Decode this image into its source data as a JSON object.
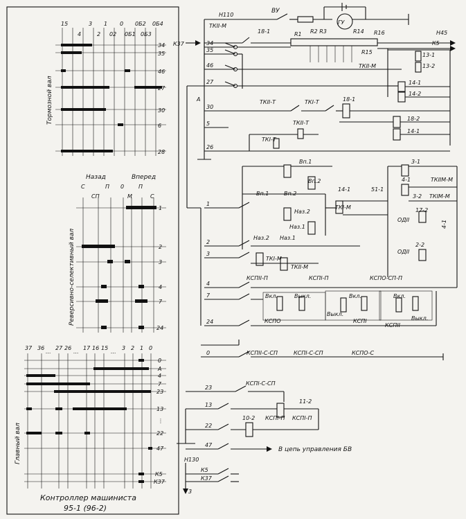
{
  "panel": {
    "caption_line1": "Контроллер машиниста",
    "caption_line2": "95-1 (96-2)"
  },
  "brake_shaft": {
    "title": "Тормозной вал",
    "columns": [
      "15",
      "4",
      "3",
      "2",
      "1",
      "02",
      "0",
      "0Б1",
      "0Б2",
      "0Б3",
      "0Б4"
    ],
    "rows": [
      "34",
      "35",
      "46",
      "27",
      "30",
      "6",
      "28"
    ]
  },
  "reverser_shaft": {
    "title": "Реверсивно-селективный вал",
    "group_back": "Назад",
    "group_forward": "Вперед",
    "columns": [
      "С",
      "СП",
      "П",
      "0",
      "М",
      "П",
      "С"
    ],
    "rows": [
      "1",
      "2",
      "3",
      "4",
      "7",
      "24"
    ]
  },
  "main_shaft": {
    "title": "Главный вал",
    "columns": [
      "37",
      "36",
      "...",
      "27",
      "26",
      "...",
      "17",
      "16",
      "15",
      "...",
      "3",
      "2",
      "1",
      "0"
    ],
    "rows": [
      "0",
      "А",
      "4",
      "7",
      "23",
      "13",
      "22",
      "47",
      "К5",
      "К37"
    ]
  },
  "circuit": {
    "labels": {
      "h110": "Н110",
      "vu": "ВУ",
      "gu": "ГУ",
      "k37": "К37",
      "h45": "Н45",
      "k5": "К5",
      "r1": "R1",
      "r2r3": "R2 R3",
      "r14": "R14",
      "r15": "R15",
      "r16": "R16",
      "tkiim_top": "ТКII-М",
      "s18_1": "18-1",
      "a": "А",
      "tkii_t_1": "ТКII-Т",
      "tki_t_1": "ТКI-Т",
      "tkii_t_2": "ТКII-Т",
      "tki_t_2": "ТКI-Т",
      "r18_1": "18-1",
      "r13_1": "13-1",
      "r13_2": "13-2",
      "tkii_m_2": "ТКII-М",
      "r14_1": "14-1",
      "r14_2": "14-2",
      "r18_2": "18-2",
      "r14_1b": "14-1",
      "vp1": "Вп.1",
      "vp2": "Вп.2",
      "vp1b": "Вп.1",
      "vp2b": "Вп.2",
      "naz2": "Наз.2",
      "naz1": "Наз.1",
      "naz2b": "Наз.2",
      "naz1b": "Наз.1",
      "r14_1c": "14-1",
      "r51_1": "51-1",
      "tki_m": "ТКI-М",
      "r3_1": "3-1",
      "r4_1": "4-1",
      "tkiim_r": "ТКIIМ-М",
      "r3_2": "3-2",
      "tkim_r": "ТКIМ-М",
      "r17_2": "17-2",
      "odii": "ОДII",
      "odii_b": "ОДII",
      "r2_2": "2-2",
      "r4_1v": "4-1",
      "tki_m_2": "ТКI-М",
      "tkii_m_3": "ТКII-М",
      "kspii_p": "КСПII-П",
      "kspi_p": "КСПI-П",
      "kspo_sp_p": "КСПО-СП-П",
      "vkl1": "Вкл.",
      "vykl1": "Выкл.",
      "vkl2": "Вкл.",
      "vkl3": "Вкл.",
      "kspo": "КСПО",
      "vykl2": "Выкл.",
      "kspi": "КСПI",
      "kspii": "КСПII",
      "vykl3": "Выкл.",
      "kspii_s_sp": "КСПII-С-СП",
      "kspi_s_sp": "КСПI-С-СП",
      "kspo_s": "КСПО-С",
      "kspi_s_sp2": "КСПI-С-СП",
      "r11_2": "11-2",
      "r10_2": "10-2",
      "kspi_p2": "КСПI-П",
      "kspi_p3": "КСПI-П",
      "to_bv": "В цепь управления БВ",
      "h130": "Н130",
      "k5b": "К5",
      "k37b": "К37",
      "n3": "3"
    },
    "wire_numbers": [
      "34",
      "35",
      "46",
      "27",
      "30",
      "5",
      "26",
      "1",
      "2",
      "3",
      "4",
      "7",
      "24",
      "0",
      "23",
      "13",
      "22",
      "47"
    ]
  }
}
